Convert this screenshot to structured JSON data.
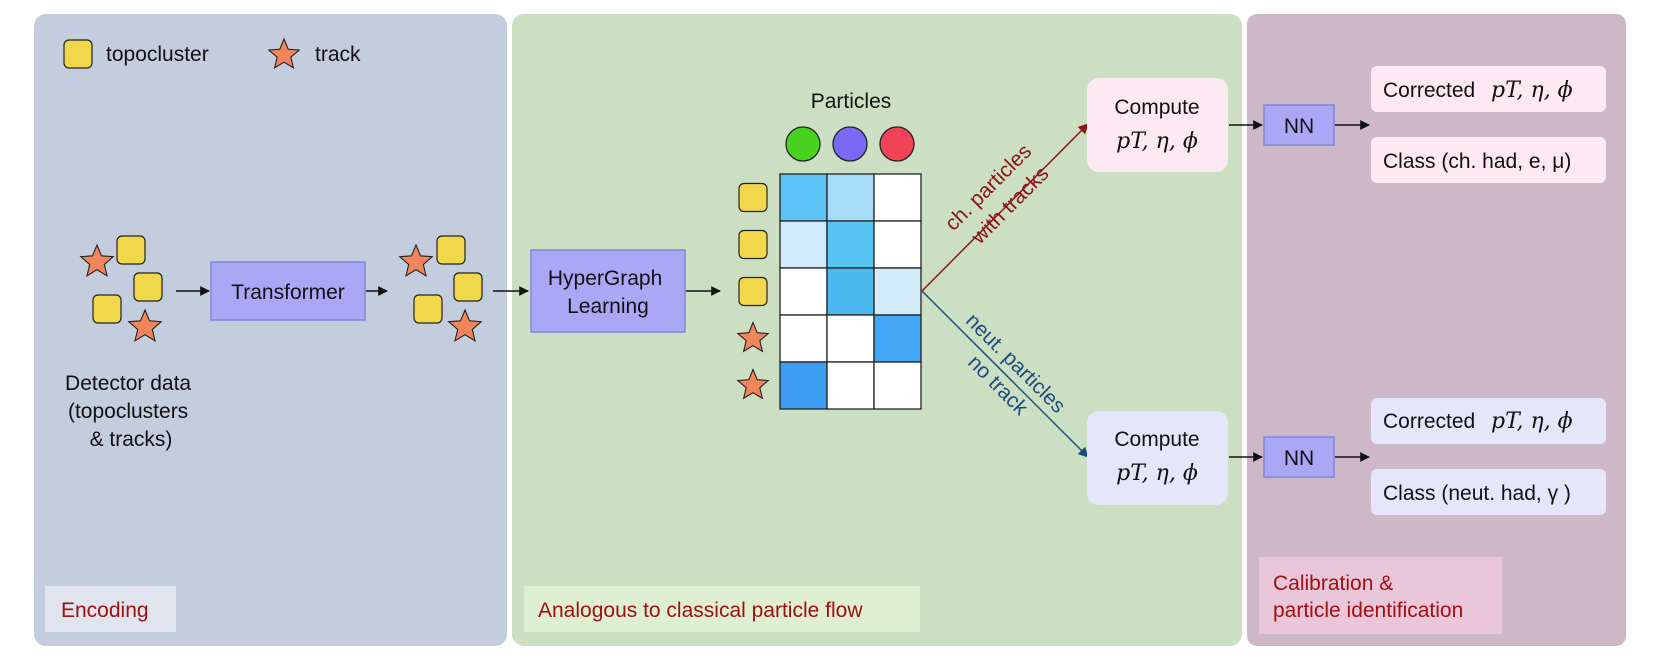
{
  "legend": {
    "topocluster_label": "topocluster",
    "track_label": "track"
  },
  "encoding": {
    "detector_label_line1": "Detector data",
    "detector_label_line2": "(topoclusters",
    "detector_label_line3": "& tracks)",
    "transformer_label": "Transformer",
    "section_label": "Encoding"
  },
  "particle_flow": {
    "hypergraph_line1": "HyperGraph",
    "hypergraph_line2": "Learning",
    "particles_title": "Particles",
    "particle_colors": [
      "#46d21e",
      "#7b68f5",
      "#f0435a"
    ],
    "row_types": [
      "topocluster",
      "topocluster",
      "topocluster",
      "track",
      "track"
    ],
    "incidence_colors": [
      [
        "#5bc3f5",
        "#a6dcf8",
        "#ffffff"
      ],
      [
        "#cfeafb",
        "#57c4f4",
        "#ffffff"
      ],
      [
        "#ffffff",
        "#4bb8f0",
        "#d2ecfb"
      ],
      [
        "#ffffff",
        "#ffffff",
        "#44a7f5"
      ],
      [
        "#3c9df2",
        "#ffffff",
        "#ffffff"
      ]
    ],
    "upper_branch_line1": "ch. particles",
    "upper_branch_line2": "with tracks",
    "lower_branch_line1": "neut. particles",
    "lower_branch_line2": "no track",
    "section_label": "Analogous to classical particle flow"
  },
  "calibration": {
    "compute_label": "Compute",
    "compute_math": "pT, η, ϕ",
    "nn_label": "NN",
    "corrected_label": "Corrected",
    "charged_class_label": "Class (ch. had, e, μ)",
    "neutral_class_label": "Class (neut. had, γ )",
    "section_label_line1": "Calibration &",
    "section_label_line2": "particle identification"
  },
  "colors": {
    "encoding_bg": "#c4cddd",
    "flow_bg": "#cddfc3",
    "calib_bg": "#cdb8c8",
    "block_fill": "#a9a7f6",
    "block_stroke": "#7f86d6",
    "topocluster_fill": "#f0d84a",
    "track_fill": "#f2865a",
    "section_text": "#a01010",
    "charged_box": "#fde9f1",
    "neutral_box": "#e6e6fb",
    "upper_arrow": "#8a1616",
    "lower_arrow": "#1e4c7f"
  }
}
